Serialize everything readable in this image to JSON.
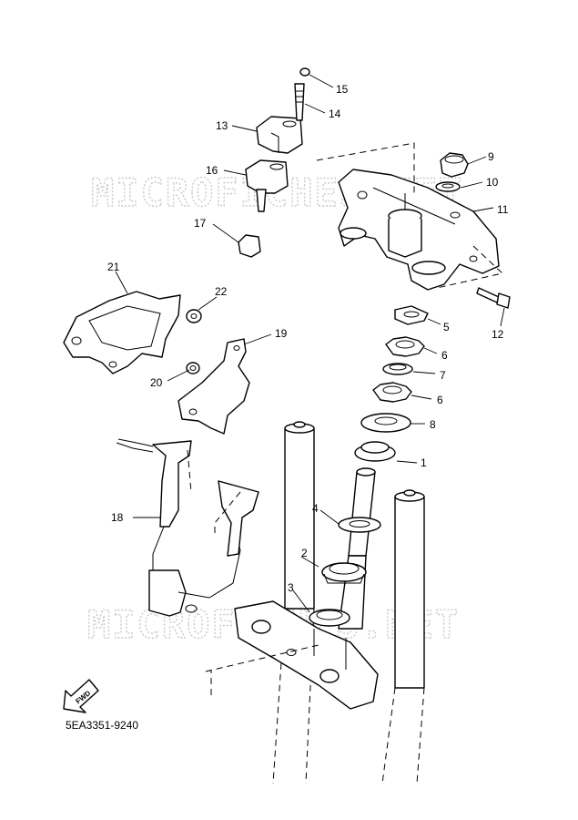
{
  "watermark": "MICROFICHES.NET",
  "diagram_code": "5EA3351-9240",
  "fwd_label": "FWD",
  "callouts": {
    "p1": "1",
    "p2": "2",
    "p3": "3",
    "p4": "4",
    "p5": "5",
    "p6a": "6",
    "p6b": "6",
    "p7": "7",
    "p8": "8",
    "p9": "9",
    "p10": "10",
    "p11": "11",
    "p12": "12",
    "p13": "13",
    "p14": "14",
    "p15": "15",
    "p16": "16",
    "p17": "17",
    "p18": "18",
    "p19": "19",
    "p20": "20",
    "p21": "21",
    "p22": "22"
  }
}
